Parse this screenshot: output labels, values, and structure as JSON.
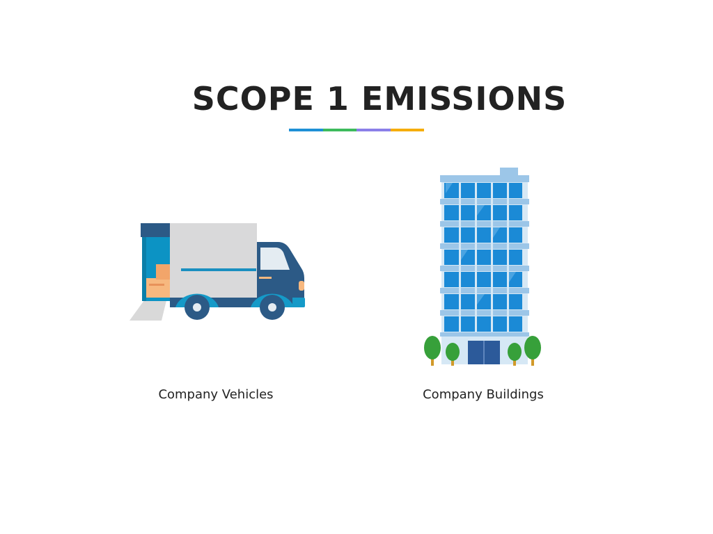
{
  "slide": {
    "title": "SCOPE 1 EMISSIONS",
    "accent_colors": [
      "#1e90d6",
      "#3dba5c",
      "#8b7fe8",
      "#f5ad0a"
    ]
  },
  "items": [
    {
      "label": "Company Vehicles",
      "icon": "delivery-truck-icon"
    },
    {
      "label": "Company Buildings",
      "icon": "office-building-icon"
    }
  ]
}
